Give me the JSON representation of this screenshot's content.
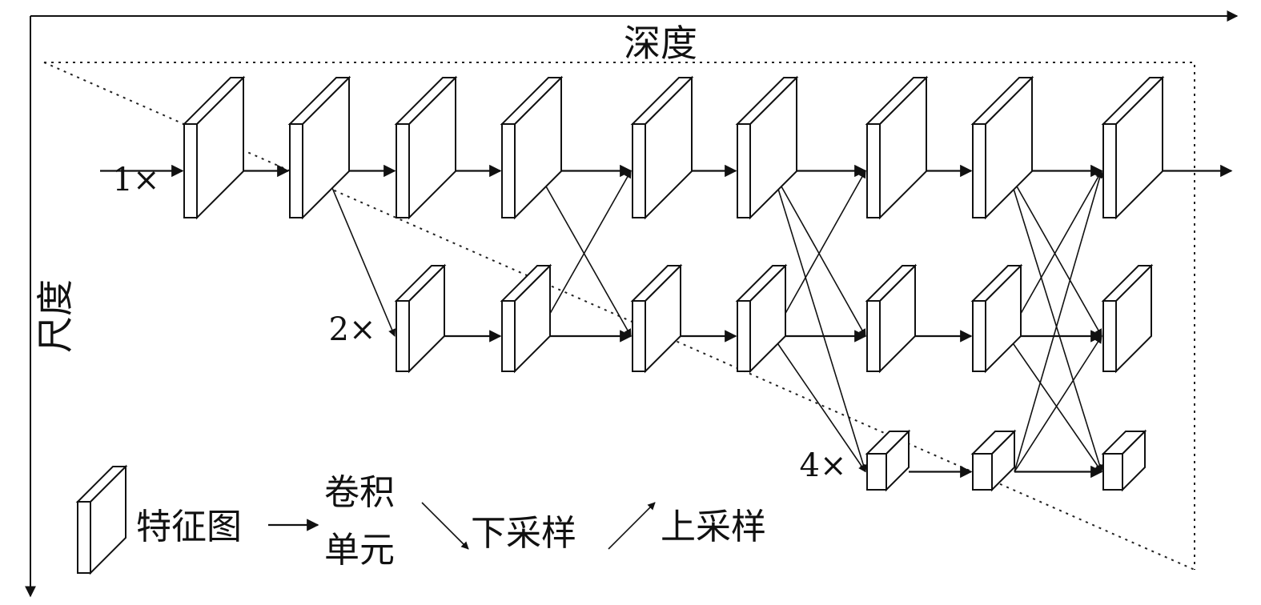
{
  "axes": {
    "depth_label": "深度",
    "scale_label": "尺度"
  },
  "scale_labels": {
    "row1": "1×",
    "row2": "2×",
    "row4": "4×"
  },
  "legend": {
    "feature_map": "特征图",
    "conv_unit_line1": "卷积",
    "conv_unit_line2": "单元",
    "downsample": "下采样",
    "upsample": "上采样"
  },
  "network": {
    "rows": [
      {
        "scale": "1×",
        "columns": [
          0,
          1,
          2,
          3,
          4,
          5,
          6,
          7,
          8
        ]
      },
      {
        "scale": "2×",
        "columns": [
          2,
          3,
          4,
          5,
          6,
          7,
          8
        ]
      },
      {
        "scale": "4×",
        "columns": [
          6,
          7,
          8
        ]
      }
    ],
    "connections": [
      {
        "from": "r1c1",
        "to": "r2c2",
        "kind": "downsample"
      },
      {
        "from": "r1c3",
        "to": "r2c4",
        "kind": "downsample"
      },
      {
        "from": "r2c3",
        "to": "r1c4",
        "kind": "upsample"
      },
      {
        "from": "r1c5",
        "to": "r2c6",
        "kind": "downsample"
      },
      {
        "from": "r1c5",
        "to": "r3c6",
        "kind": "downsample"
      },
      {
        "from": "r2c5",
        "to": "r1c6",
        "kind": "upsample"
      },
      {
        "from": "r2c5",
        "to": "r3c6",
        "kind": "downsample"
      },
      {
        "from": "r1c7",
        "to": "r2c8",
        "kind": "downsample"
      },
      {
        "from": "r1c7",
        "to": "r3c8",
        "kind": "downsample"
      },
      {
        "from": "r2c7",
        "to": "r1c8",
        "kind": "upsample"
      },
      {
        "from": "r2c7",
        "to": "r3c8",
        "kind": "downsample"
      },
      {
        "from": "r3c7",
        "to": "r1c8",
        "kind": "upsample"
      },
      {
        "from": "r3c7",
        "to": "r2c8",
        "kind": "upsample"
      }
    ]
  }
}
